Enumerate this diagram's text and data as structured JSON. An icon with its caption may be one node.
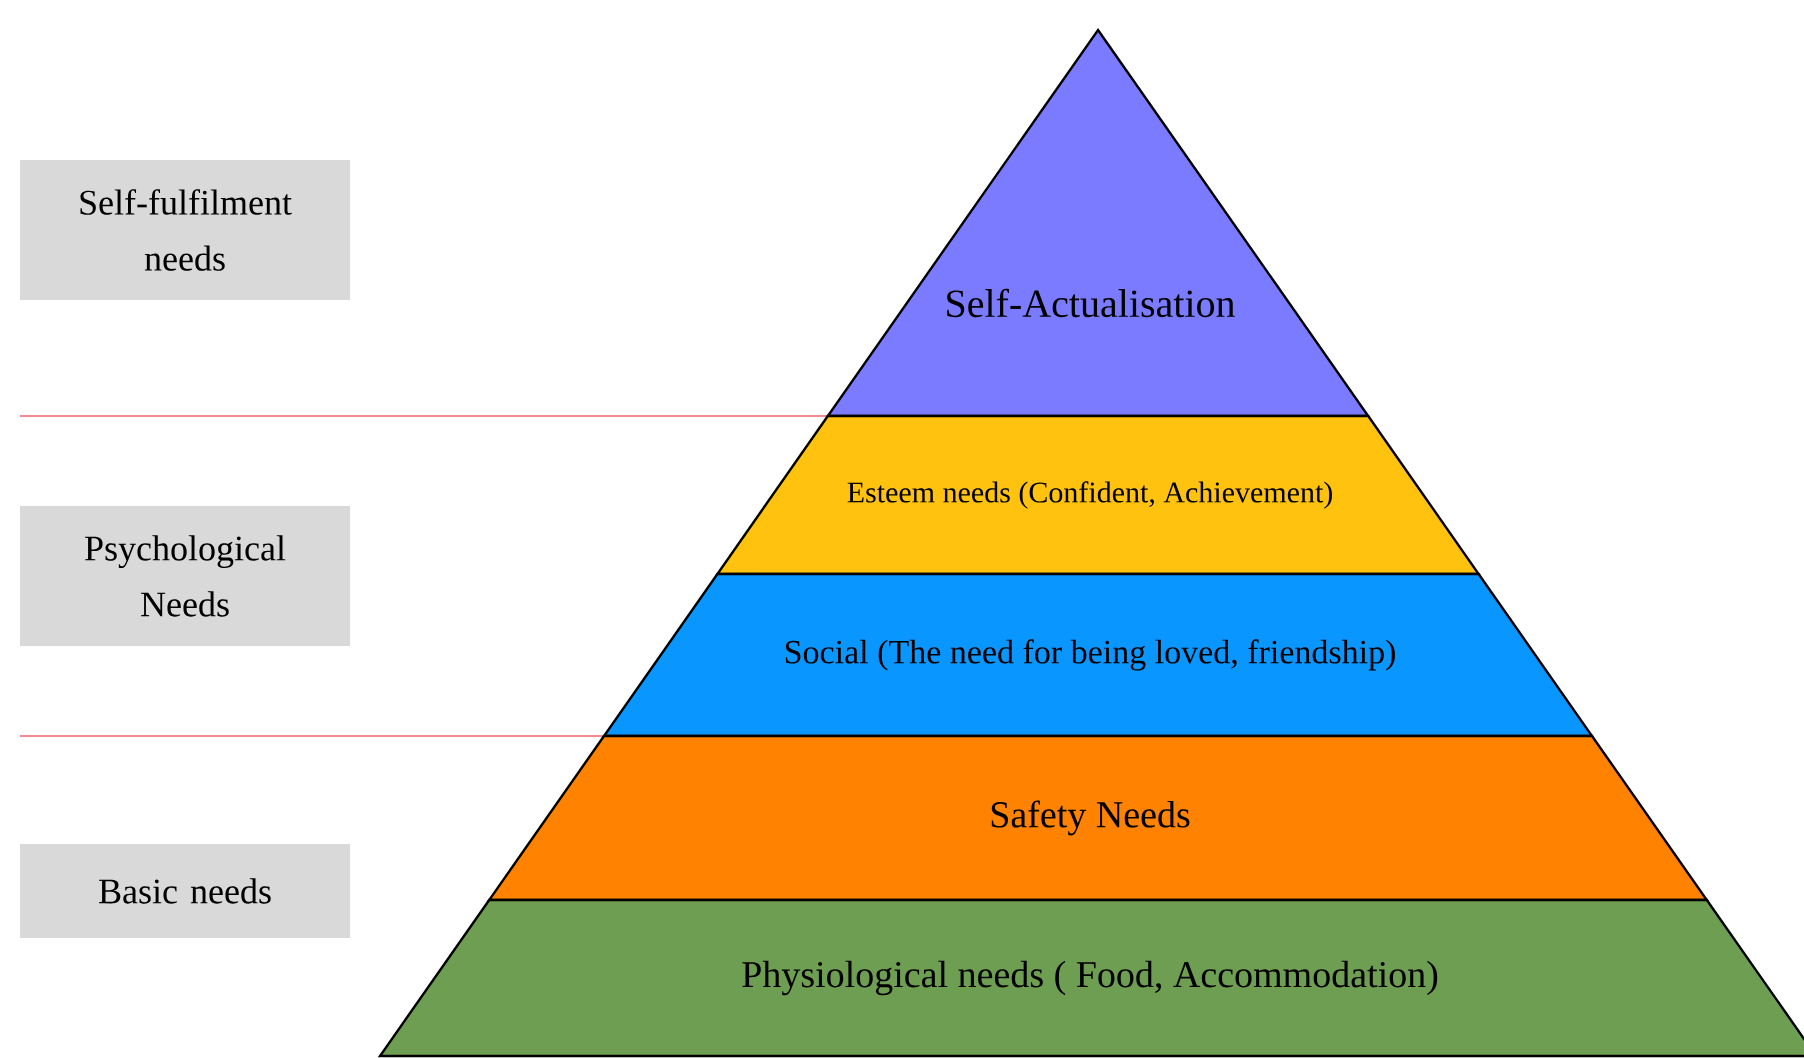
{
  "diagram": {
    "nodes": [
      {
        "text": [
          "Self-fulfilment needs"
        ]
      },
      {
        "text": [
          "Psychological Needs"
        ]
      },
      {
        "text": [
          "Basic needs"
        ]
      },
      {
        "text": [
          "Self-Actualisation"
        ]
      },
      {
        "text": [
          "Esteem needs (Confident, Achievement)"
        ]
      },
      {
        "text": [
          "Social (The need for being loved, friendship)"
        ]
      },
      {
        "text": [
          "Safety Needs"
        ]
      },
      {
        "text": [
          "Physiological needs ( Food, Accommodation)"
        ]
      }
    ]
  }
}
